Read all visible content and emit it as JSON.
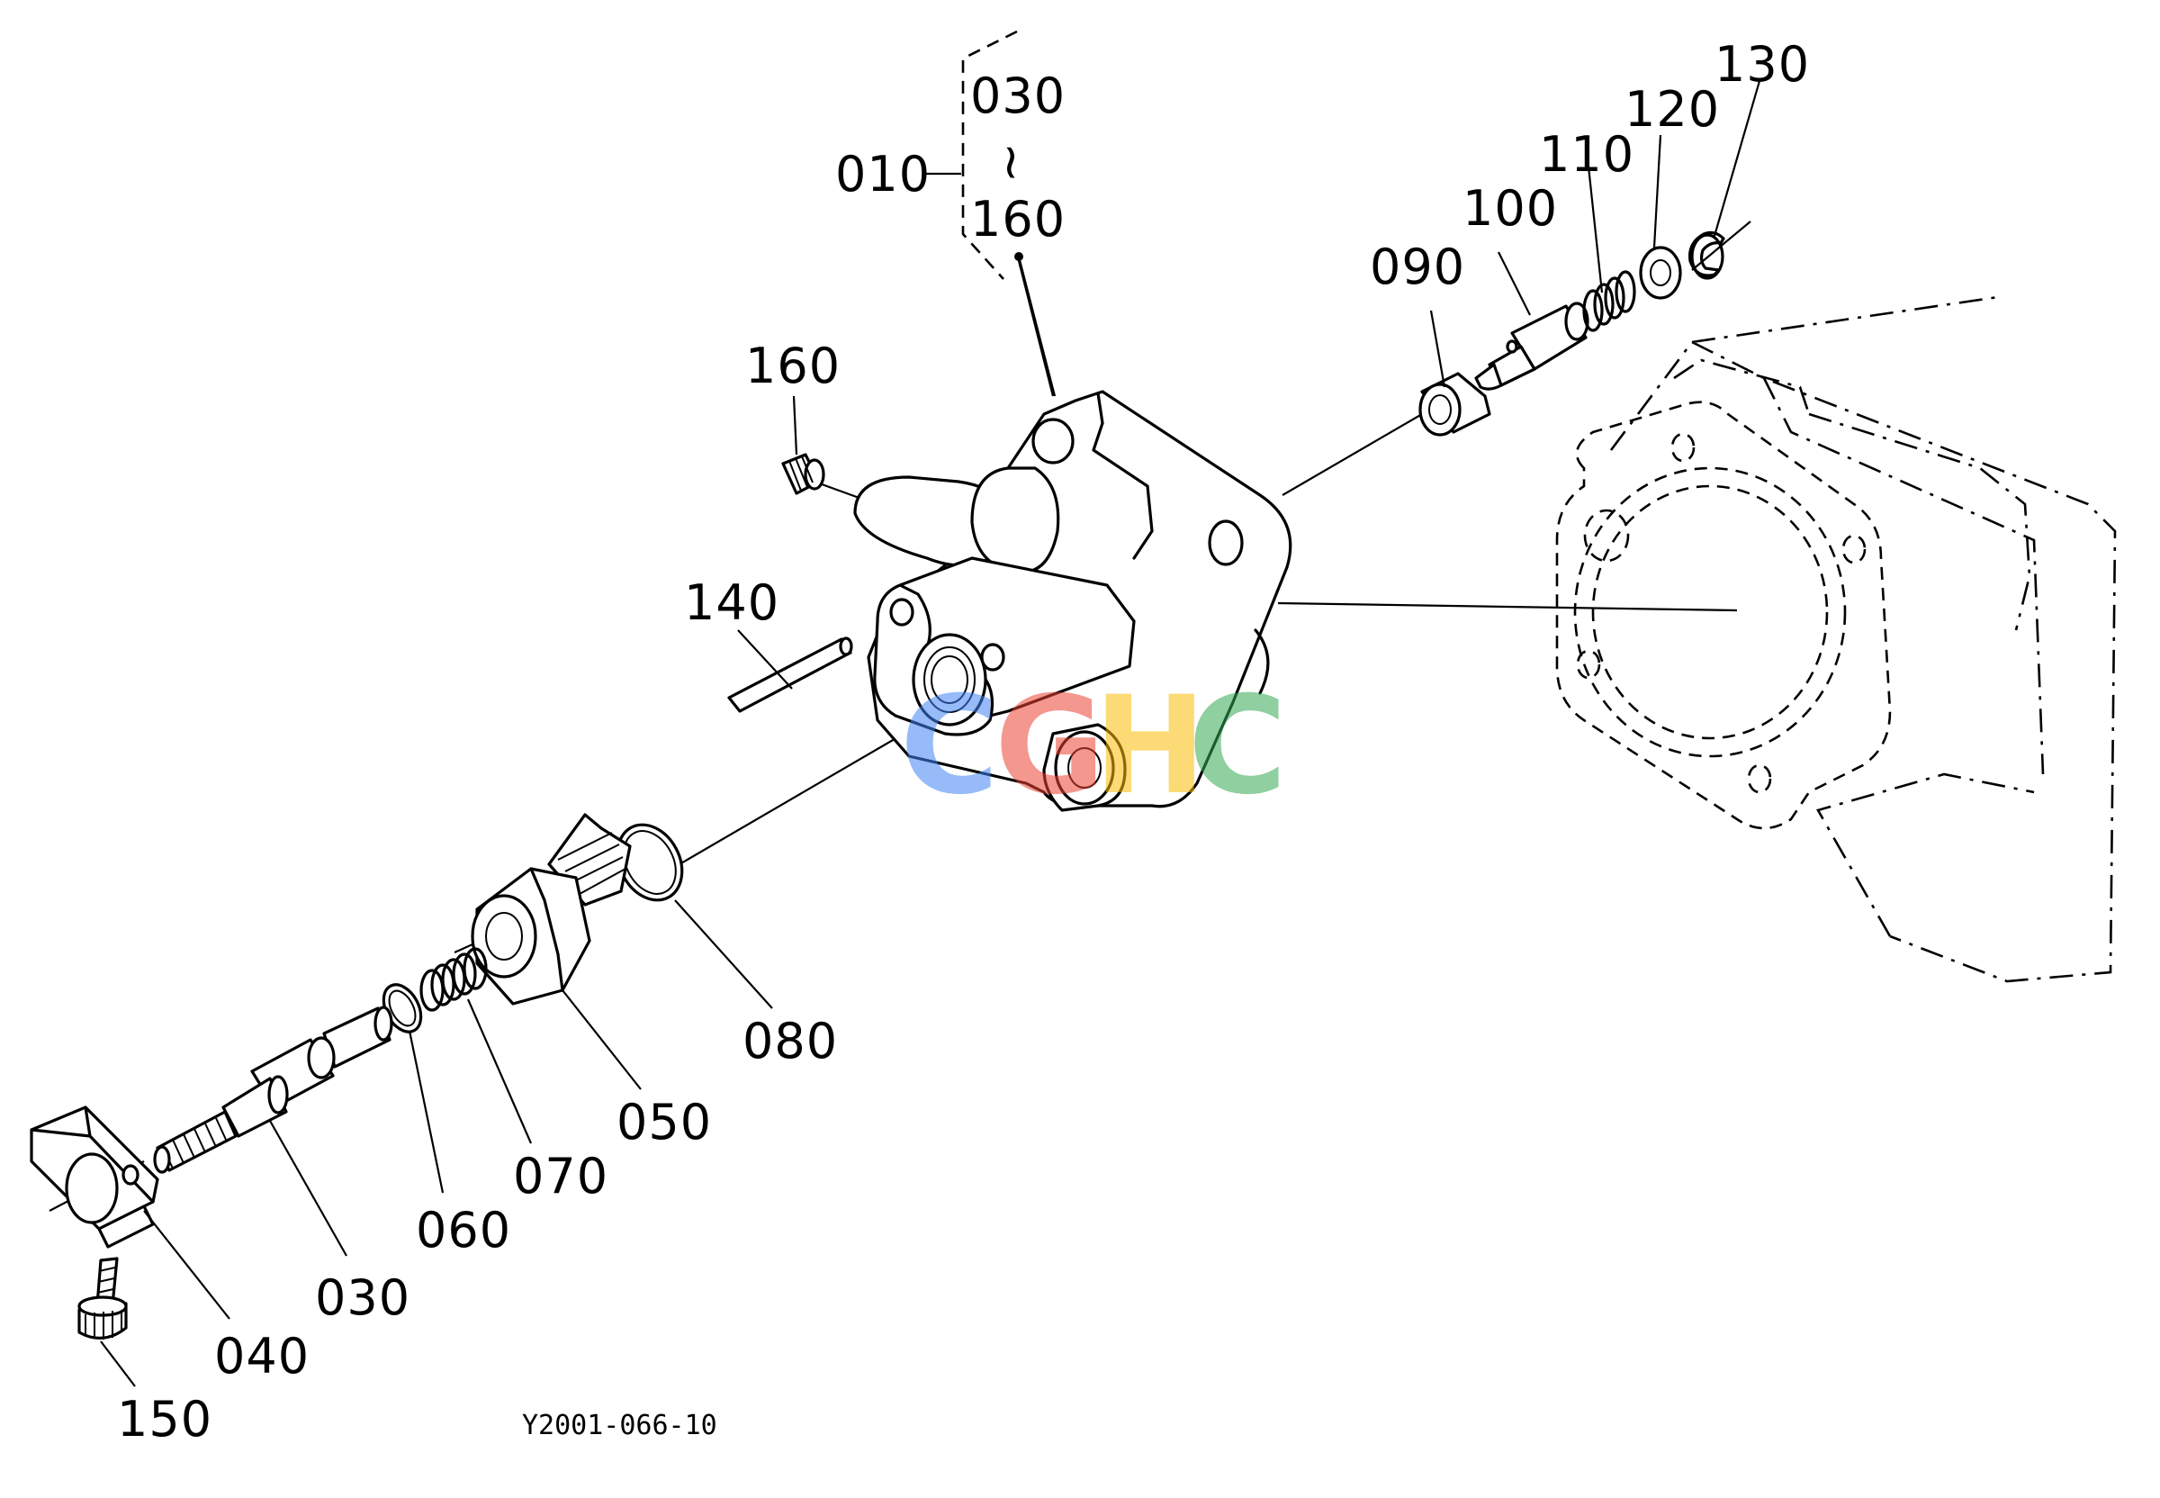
{
  "labels": {
    "p010": "010",
    "p030_top": "030",
    "p_range": "~",
    "p160_top": "160",
    "p160": "160",
    "p140": "140",
    "p090": "090",
    "p100": "100",
    "p110": "110",
    "p120": "120",
    "p130": "130",
    "p080": "080",
    "p050": "050",
    "p070": "070",
    "p060": "060",
    "p030": "030",
    "p040": "040",
    "p150": "150"
  },
  "watermark": {
    "letters": [
      "C",
      "G",
      "H",
      "C"
    ],
    "colors": [
      "#4285F4",
      "#EA4335",
      "#FBBC05",
      "#34A853"
    ]
  },
  "reference_code": "Y2001-066-10"
}
